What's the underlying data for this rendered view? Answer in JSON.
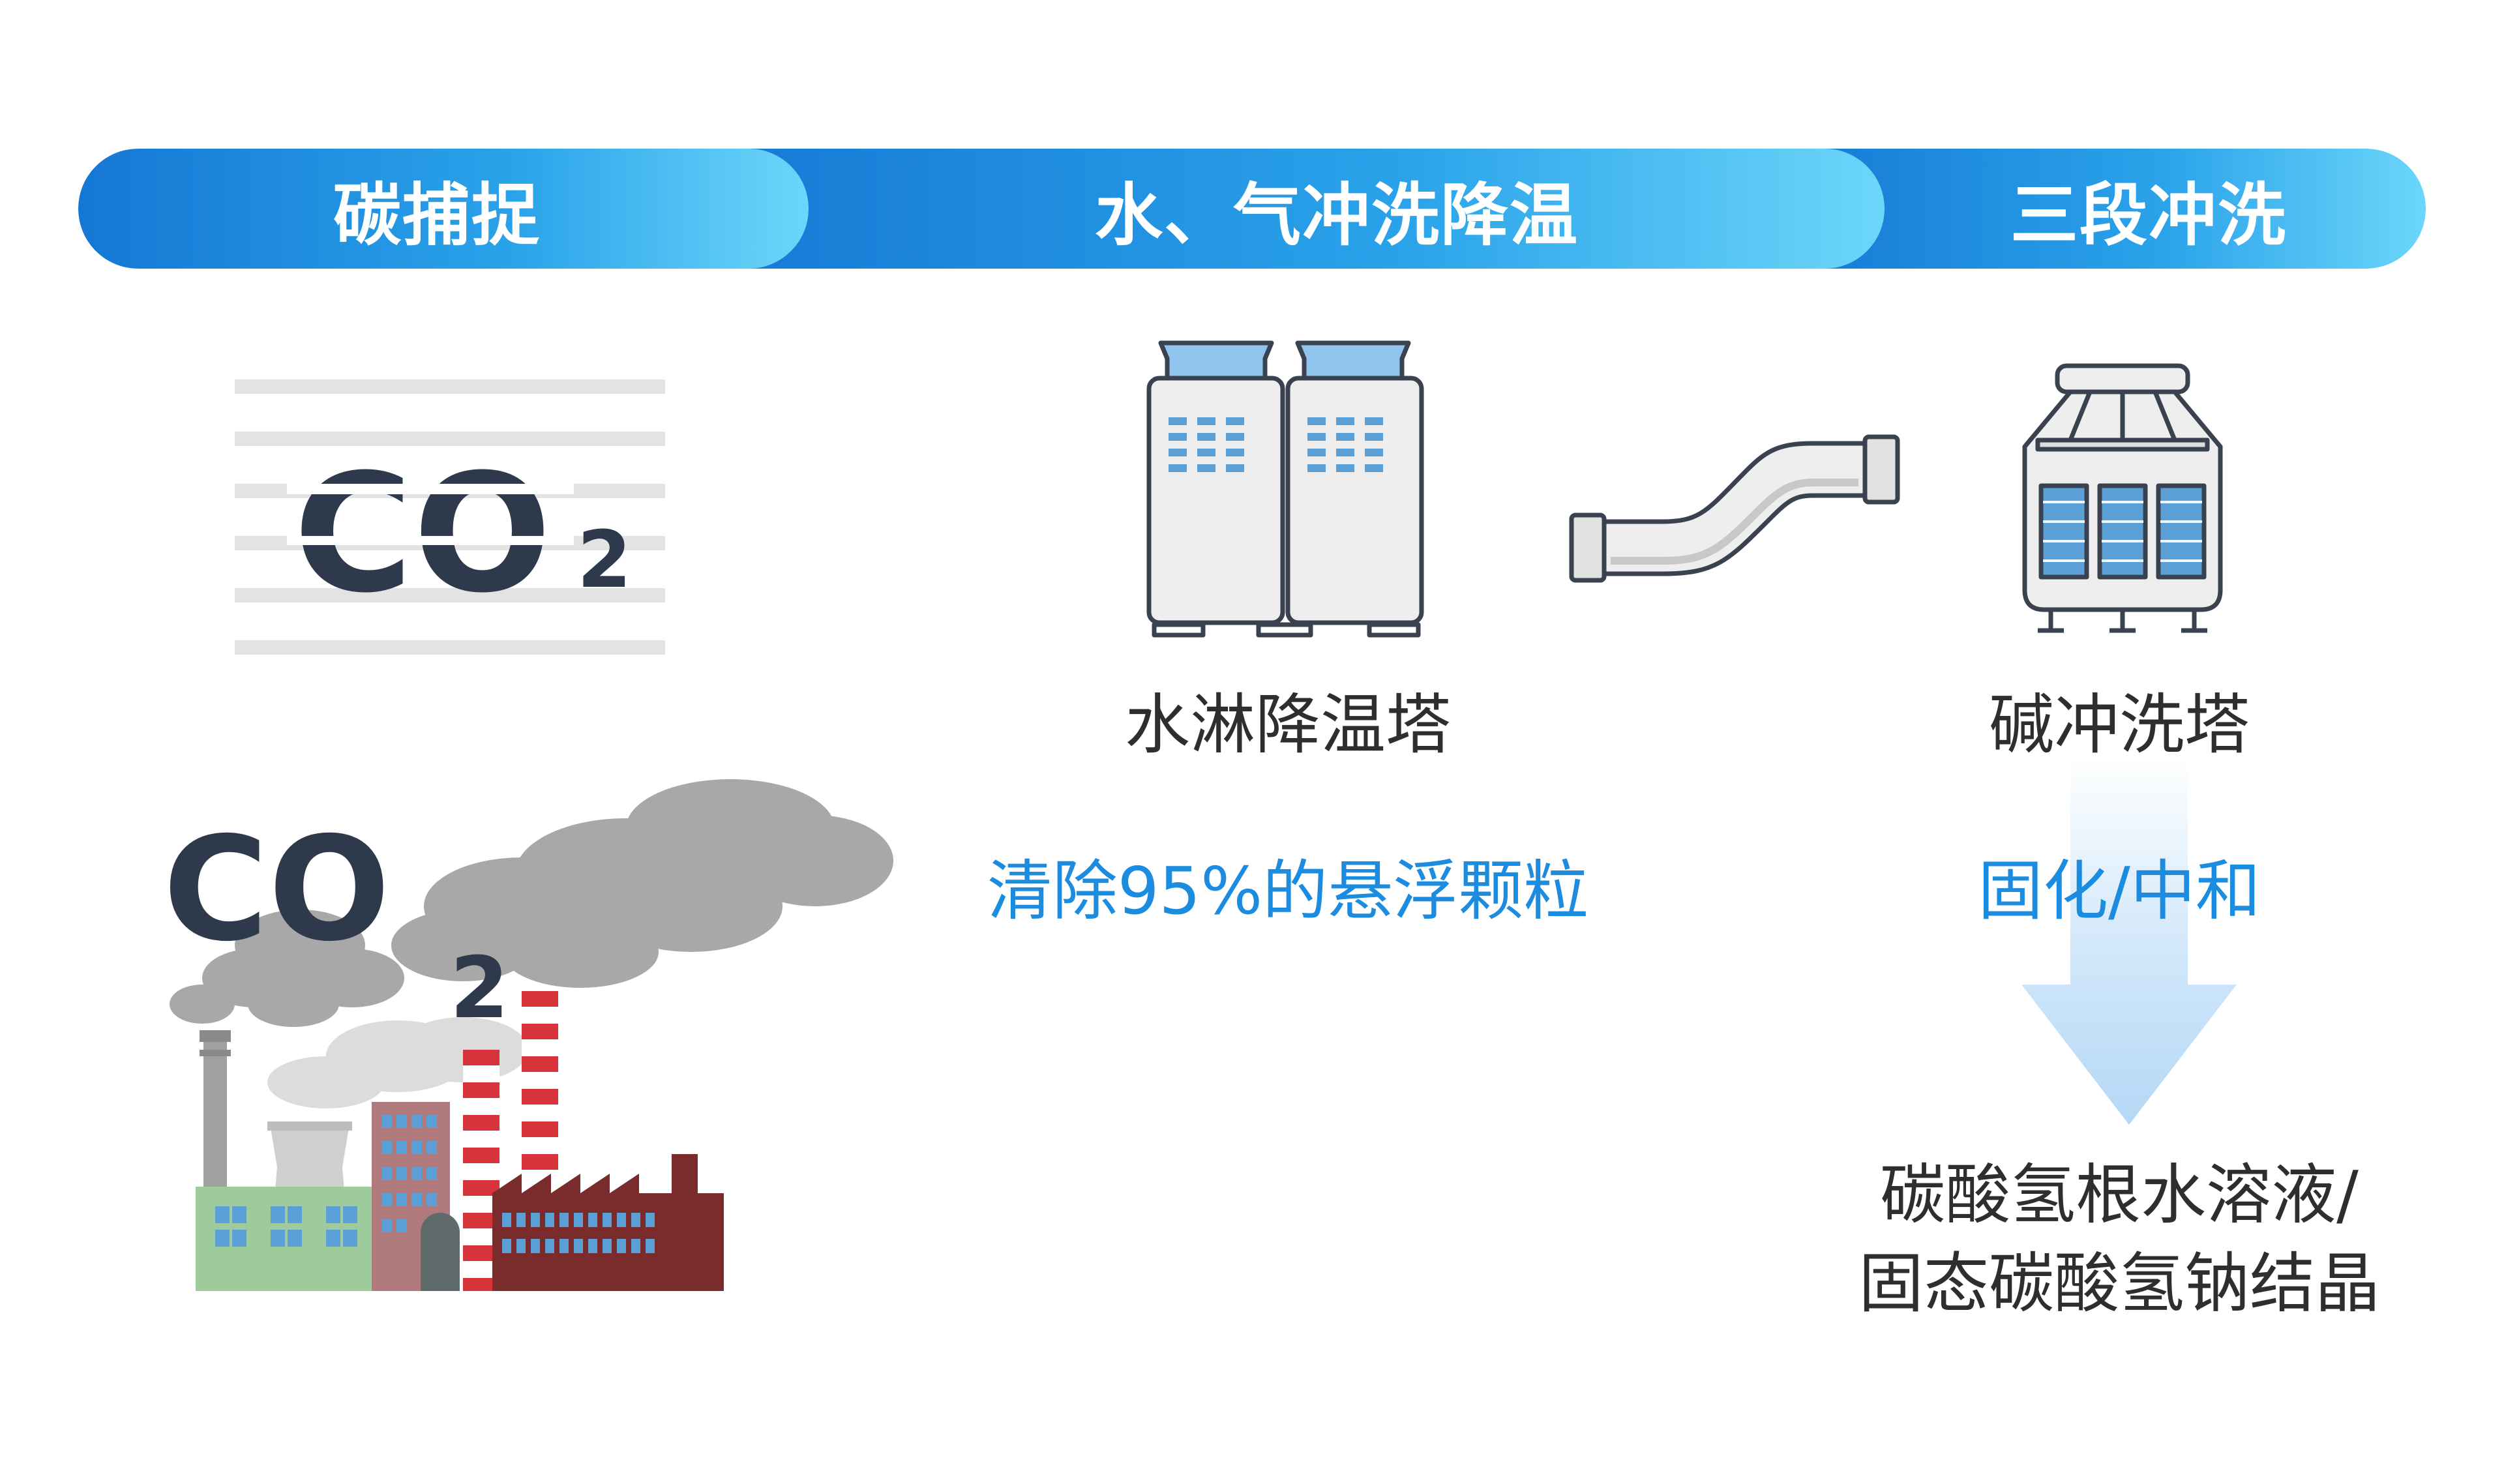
{
  "banner": {
    "stage_1": "碳捕捉",
    "stage_2": "水、气冲洗降温",
    "stage_3": "三段冲洗"
  },
  "co2_logo": {
    "co": "CO",
    "sub": "2"
  },
  "factory_co2": {
    "co": "CO",
    "sub": "2"
  },
  "tower_1": {
    "label": "水淋降温塔",
    "note": "清除95%的悬浮颗粒"
  },
  "tower_2": {
    "label": "碱冲洗塔",
    "note": "固化/中和"
  },
  "result": {
    "line_1": "碳酸氢根水溶液/",
    "line_2": "固态碳酸氢钠结晶"
  },
  "colors": {
    "banner_start": "#1577d4",
    "banner_end": "#6cd6fa",
    "note_blue": "#1c8ce0",
    "dark_text": "#2e3a4b",
    "smoke": "#a8a8a8",
    "chimney_red": "#d6333a"
  }
}
